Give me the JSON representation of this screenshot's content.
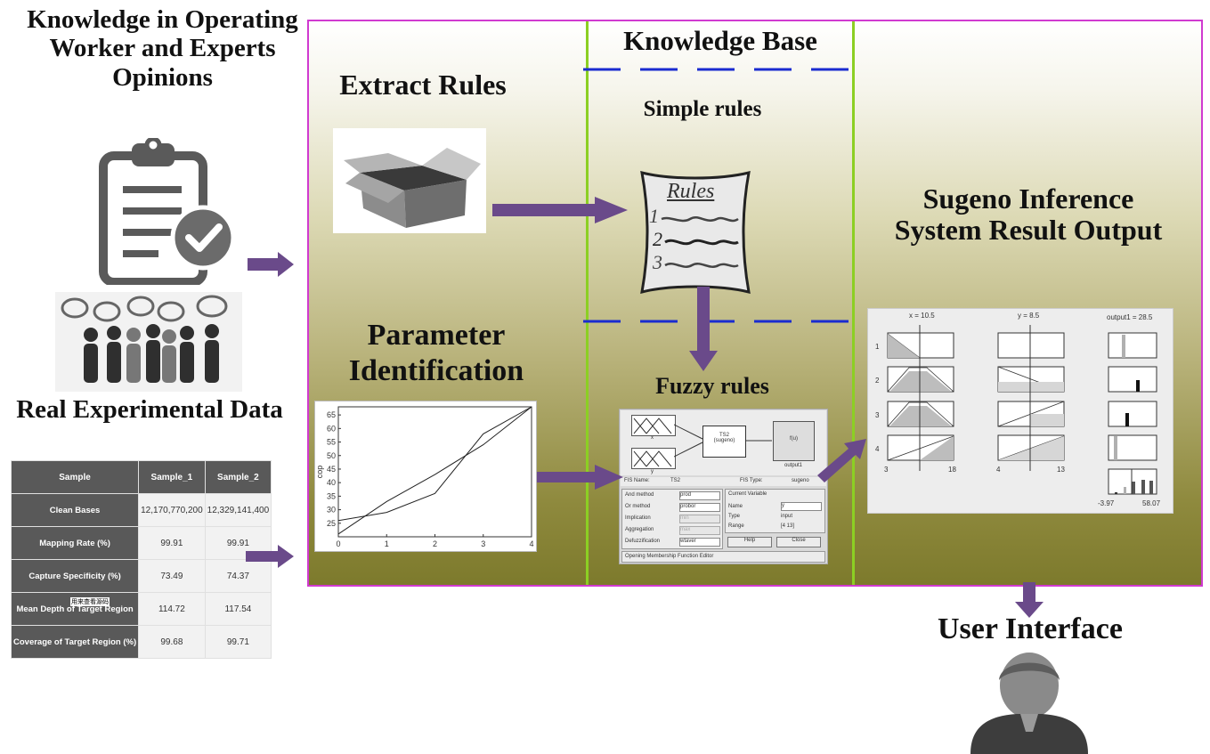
{
  "titles": {
    "knowledge_operating": "Knowledge in Operating Worker and Experts Opinions",
    "real_experimental": "Real Experimental Data",
    "extract_rules": "Extract Rules",
    "knowledge_base": "Knowledge Base",
    "simple_rules": "Simple rules",
    "parameter_identification": "Parameter Identification",
    "fuzzy_rules": "Fuzzy rules",
    "sugeno": "Sugeno Inference System Result Output",
    "user_interface": "User Interface"
  },
  "rules_paper": {
    "heading": "Rules",
    "items": [
      "1",
      "2",
      "3"
    ]
  },
  "table": {
    "headers": [
      "Sample",
      "Sample_1",
      "Sample_2"
    ],
    "rows": [
      {
        "label": "Clean Bases",
        "s1": "12,170,770,200",
        "s2": "12,329,141,400"
      },
      {
        "label": "Mapping Rate (%)",
        "s1": "99.91",
        "s2": "99.91"
      },
      {
        "label": "Capture Specificity (%)",
        "s1": "73.49",
        "s2": "74.37"
      },
      {
        "label": "Mean Depth of Target Region",
        "s1": "114.72",
        "s2": "117.54"
      },
      {
        "label": "Coverage of Target Region (%)",
        "s1": "99.68",
        "s2": "99.71"
      }
    ],
    "overlay_tag": "用来查看源码"
  },
  "chart_data": {
    "type": "line",
    "ylabel": "cop",
    "xlim": [
      0,
      4
    ],
    "ylim": [
      20,
      68
    ],
    "x_ticks": [
      "0",
      "1",
      "2",
      "3",
      "4"
    ],
    "y_ticks": [
      "25",
      "30",
      "35",
      "40",
      "45",
      "50",
      "55",
      "60",
      "65"
    ],
    "x": [
      0,
      1,
      2,
      3,
      4
    ],
    "series": [
      {
        "values": [
          21,
          33,
          43,
          54,
          68
        ]
      },
      {
        "values": [
          26,
          29,
          36,
          58,
          68
        ]
      }
    ]
  },
  "fis": {
    "input_x": "x",
    "input_y": "y",
    "system_name": "TS2",
    "system_type": "(sugeno)",
    "output_box": "f(u)",
    "output_label": "output1",
    "fis_name_label": "FIS Name:",
    "fis_name": "TS2",
    "fis_type_label": "FIS Type:",
    "fis_type": "sugeno",
    "methods": [
      {
        "label": "And method",
        "value": "prod"
      },
      {
        "label": "Or method",
        "value": "probor"
      },
      {
        "label": "Implication",
        "value": "min"
      },
      {
        "label": "Aggregation",
        "value": "max"
      },
      {
        "label": "Defuzzification",
        "value": "wtaver"
      }
    ],
    "current_variable": "Current Variable",
    "var_name_label": "Name",
    "var_name": "y",
    "var_type_label": "Type",
    "var_type": "input",
    "var_range_label": "Range",
    "var_range": "[4 13]",
    "help": "Help",
    "close": "Close",
    "status": "Opening Membership Function Editor"
  },
  "rule_viewer": {
    "x_label": "x = 10.5",
    "y_label": "y = 8.5",
    "out_label": "output1 = 28.5",
    "row_numbers": [
      "1",
      "2",
      "3",
      "4"
    ],
    "x_range": [
      "3",
      "18"
    ],
    "y_range": [
      "4",
      "13"
    ],
    "out_range": [
      "-3.97",
      "58.07"
    ]
  },
  "colors": {
    "arrow": "#6a4a8a",
    "border": "#d03ad0",
    "divider": "#8ccf23",
    "dashed": "#1a2bd0"
  }
}
